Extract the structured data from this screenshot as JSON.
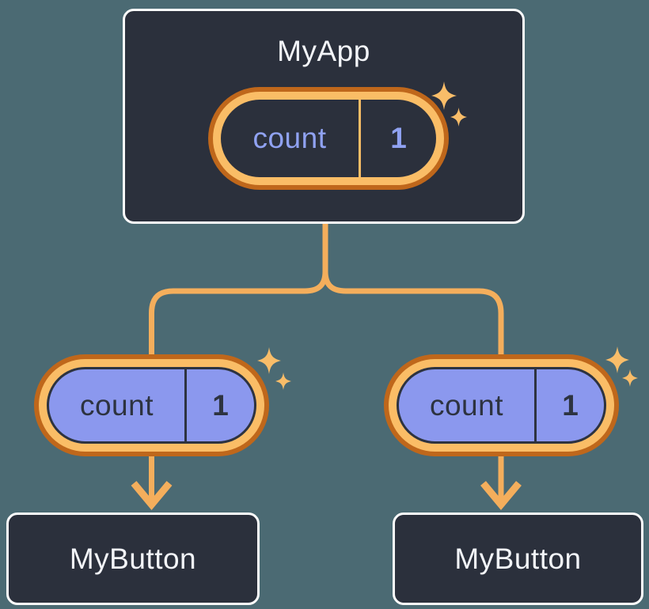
{
  "tree": {
    "root": {
      "label": "MyApp",
      "state": {
        "name": "count",
        "value": "1"
      }
    },
    "children": [
      {
        "label": "MyButton",
        "prop": {
          "name": "count",
          "value": "1"
        }
      },
      {
        "label": "MyButton",
        "prop": {
          "name": "count",
          "value": "1"
        }
      }
    ]
  },
  "palette": {
    "background": "#4b6a73",
    "card_fill": "#2b303c",
    "card_border": "#fcfcfc",
    "ring_orange_dark": "#bf671b",
    "ring_orange_light": "#fabd66",
    "connector_orange": "#f4ae5c",
    "pill_purple_fill": "#8b98ee",
    "pill_purple_text": "#2d3340",
    "pill_dark_text": "#90a2f2",
    "sparkle": "#f9bd69",
    "title_text": "#f3f5f9"
  }
}
